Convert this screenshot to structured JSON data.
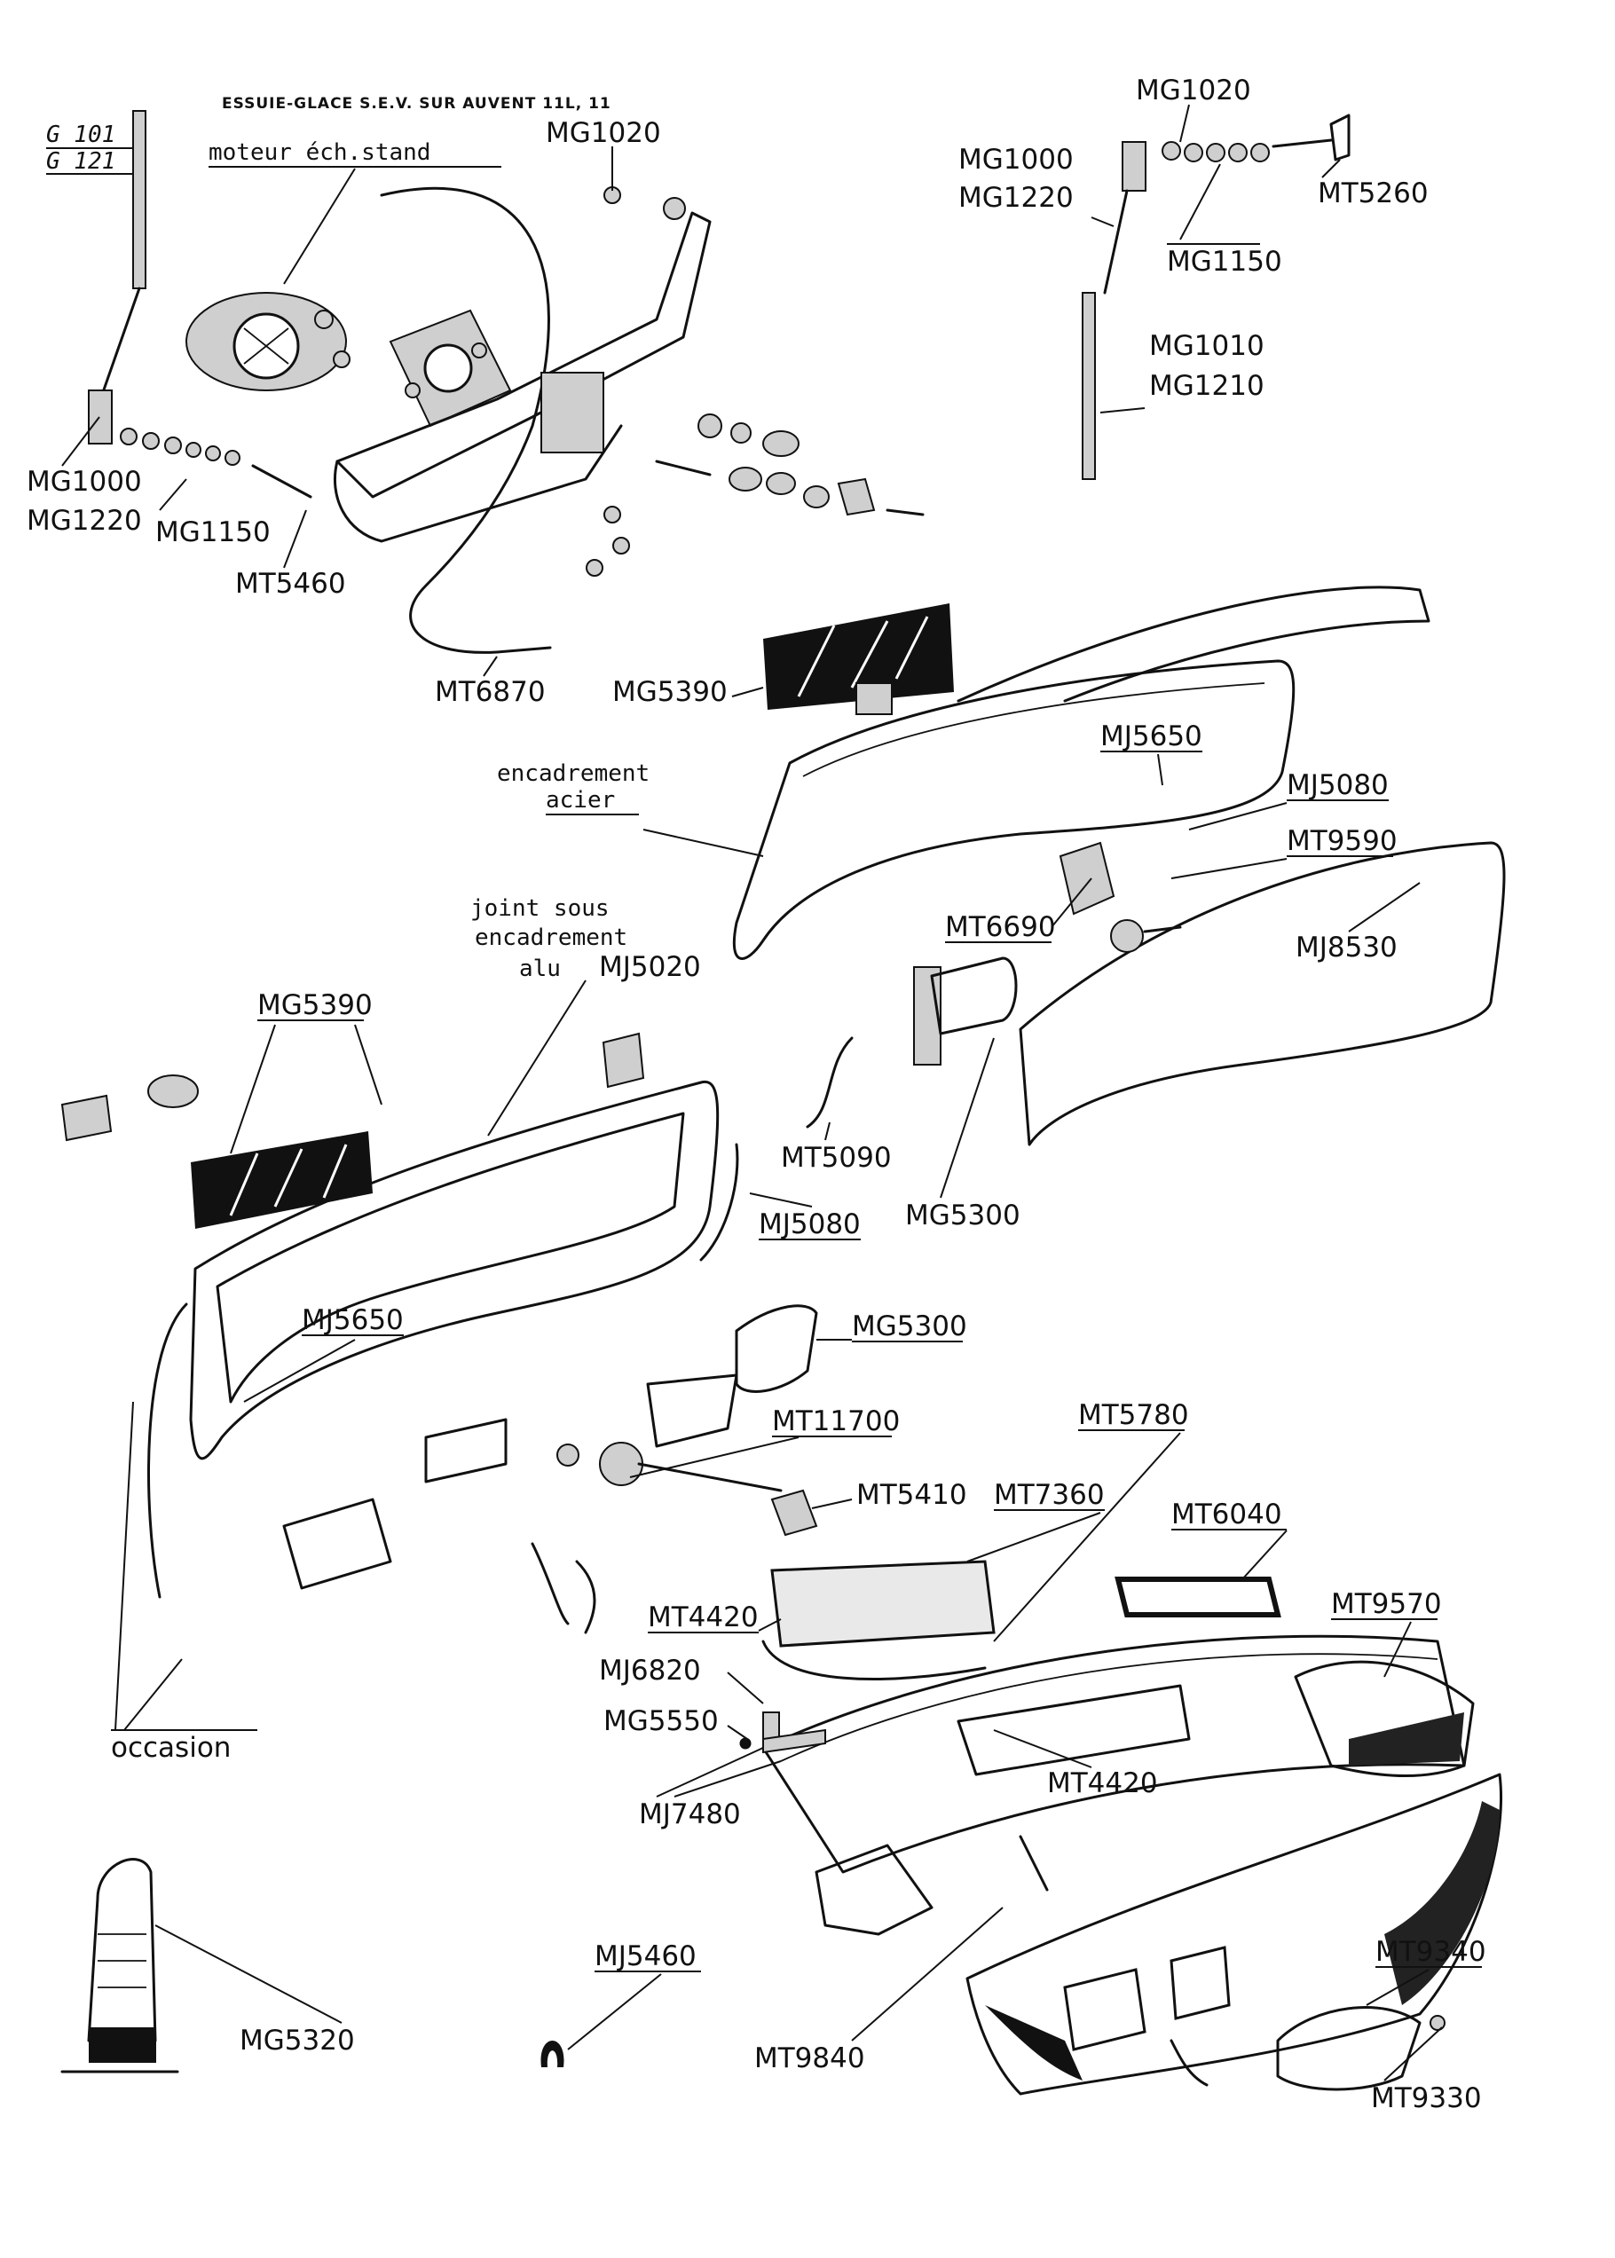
{
  "title": "ESSUIE-GLACE S.E.V. SUR AUVENT 11L, 11",
  "annotations": {
    "g101": "G 101",
    "g121": "G 121",
    "moteur": "moteur éch.stand",
    "encadrement_1": "encadrement",
    "encadrement_2": "acier",
    "joint_1": "joint sous",
    "joint_2": "encadrement",
    "joint_3": "alu",
    "occasion": "occasion"
  },
  "parts": {
    "mg1020_a": "MG1020",
    "mg1000_a": "MG1000",
    "mg1220_a": "MG1220",
    "mg1150_a": "MG1150",
    "mt5460": "MT5460",
    "mt6870": "MT6870",
    "mg1020_b": "MG1020",
    "mg1000_b": "MG1000",
    "mg1220_b": "MG1220",
    "mt5260": "MT5260",
    "mg1150_b": "MG1150",
    "mg1010": "MG1010",
    "mg1210": "MG1210",
    "mg5390_a": "MG5390",
    "mj5650_a": "MJ5650",
    "mj5080_a": "MJ5080",
    "mt9590": "MT9590",
    "mt6690": "MT6690",
    "mj8530": "MJ8530",
    "mj5020": "MJ5020",
    "mg5390_b": "MG5390",
    "mt5090": "MT5090",
    "mj5080_b": "MJ5080",
    "mg5300_a": "MG5300",
    "mj5650_b": "MJ5650",
    "mg5300_b": "MG5300",
    "mt11700": "MT11700",
    "mt5780": "MT5780",
    "mt5410": "MT5410",
    "mt7360": "MT7360",
    "mt6040": "MT6040",
    "mt4420_a": "MT4420",
    "mt9570": "MT9570",
    "mj6820": "MJ6820",
    "mg5550": "MG5550",
    "mt4420_b": "MT4420",
    "mj7480": "MJ7480",
    "mj5460": "MJ5460",
    "mt9340": "MT9340",
    "mg5320": "MG5320",
    "mt9840": "MT9840",
    "mt9330": "MT9330"
  }
}
